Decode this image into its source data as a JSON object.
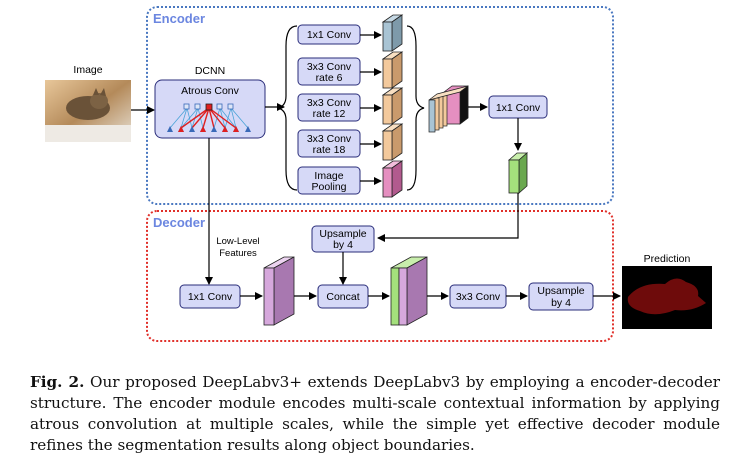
{
  "encoder": {
    "label": "Encoder"
  },
  "decoder": {
    "label": "Decoder"
  },
  "input": {
    "label": "Image"
  },
  "dcnn": {
    "label": "DCNN",
    "inner_label": "Atrous Conv"
  },
  "aspp": {
    "items": [
      {
        "line1": "1x1 Conv",
        "line2": ""
      },
      {
        "line1": "3x3 Conv",
        "line2": "rate 6"
      },
      {
        "line1": "3x3 Conv",
        "line2": "rate 12"
      },
      {
        "line1": "3x3 Conv",
        "line2": "rate 18"
      },
      {
        "line1": "Image",
        "line2": "Pooling"
      }
    ],
    "feature_colors": [
      "#a9c4d4",
      "#f3c99c",
      "#f3c99c",
      "#f3c99c",
      "#e58fc0"
    ]
  },
  "encoder_conv": {
    "label": "1x1 Conv"
  },
  "low_level": {
    "line1": "Low-Level",
    "line2": "Features"
  },
  "upsample_a": {
    "line1": "Upsample",
    "line2": "by 4"
  },
  "decoder_conv1": {
    "label": "1x1 Conv"
  },
  "concat": {
    "label": "Concat"
  },
  "decoder_conv3": {
    "label": "3x3 Conv"
  },
  "upsample_b": {
    "line1": "Upsample",
    "line2": "by 4"
  },
  "output": {
    "label": "Prediction"
  },
  "colors": {
    "encoder_border": "#4a78c0",
    "decoder_border": "#e0302a",
    "section_label": "#6b86e0",
    "box_fill": "#d6d9f7",
    "box_stroke": "#2a2d7a",
    "green": "#a4e07c",
    "violet": "#d6a8dc"
  },
  "caption": {
    "figno": "Fig. 2.",
    "text": " Our proposed DeepLabv3+ extends DeepLabv3 by employing a encoder-decoder structure. The encoder module encodes multi-scale contextual information by applying atrous convolution at multiple scales, while the simple yet effective decoder module refines the segmentation results along object boundaries."
  }
}
